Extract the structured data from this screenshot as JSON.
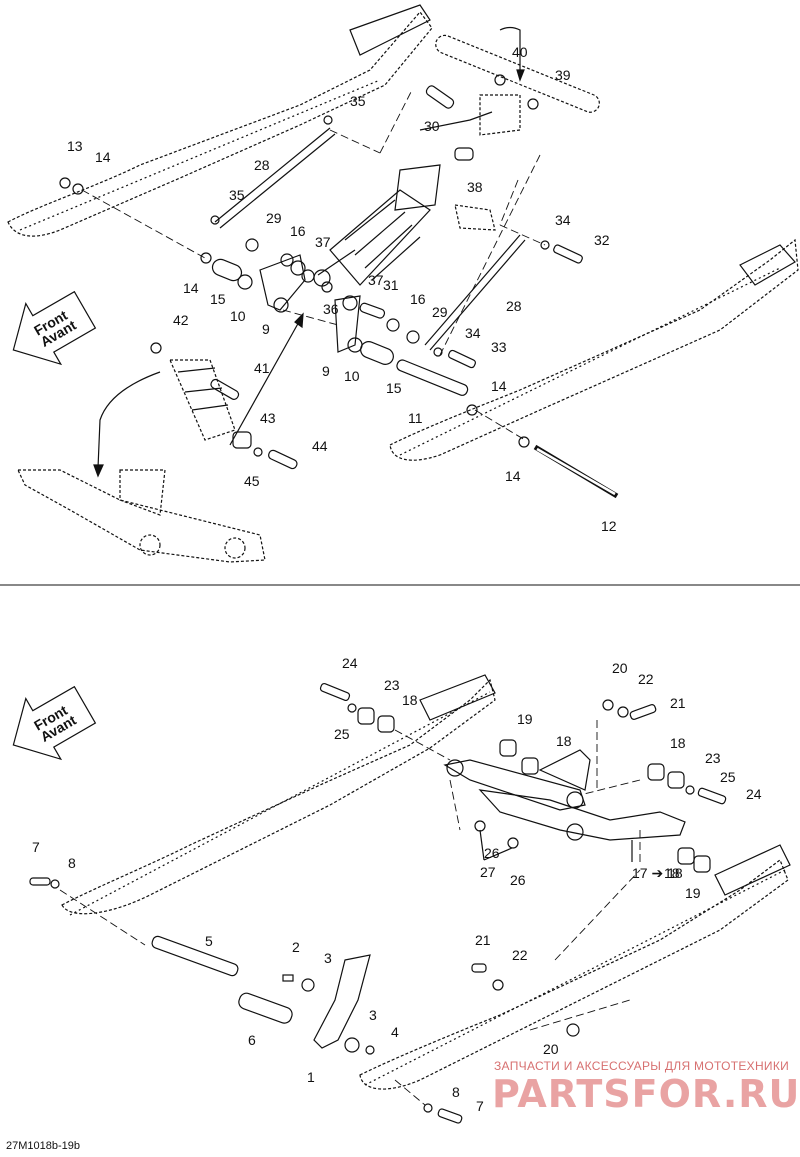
{
  "front_badge": {
    "line1": "Front",
    "line2": "Avant"
  },
  "callouts_top": [
    "40",
    "39",
    "35",
    "30",
    "13",
    "14",
    "28",
    "38",
    "35",
    "29",
    "16",
    "37",
    "34",
    "32",
    "14",
    "15",
    "10",
    "9",
    "37",
    "36",
    "31",
    "16",
    "29",
    "28",
    "42",
    "34",
    "33",
    "9",
    "10",
    "15",
    "41",
    "14",
    "11",
    "43",
    "44",
    "45",
    "14",
    "12"
  ],
  "callouts_bottom": [
    "24",
    "20",
    "22",
    "23",
    "18",
    "21",
    "25",
    "19",
    "18",
    "18",
    "23",
    "25",
    "24",
    "26",
    "27",
    "26",
    "17 ➔ 18",
    "18",
    "19",
    "7",
    "8",
    "5",
    "2",
    "3",
    "21",
    "22",
    "3",
    "4",
    "6",
    "20",
    "1",
    "8",
    "7"
  ],
  "caption": "27M1018b-19b",
  "watermark": {
    "subtitle": "ЗАПЧАСТИ И АКСЕССУАРЫ ДЛЯ МОТОТЕХНИКИ",
    "title": "PARTSFOR.RU"
  }
}
